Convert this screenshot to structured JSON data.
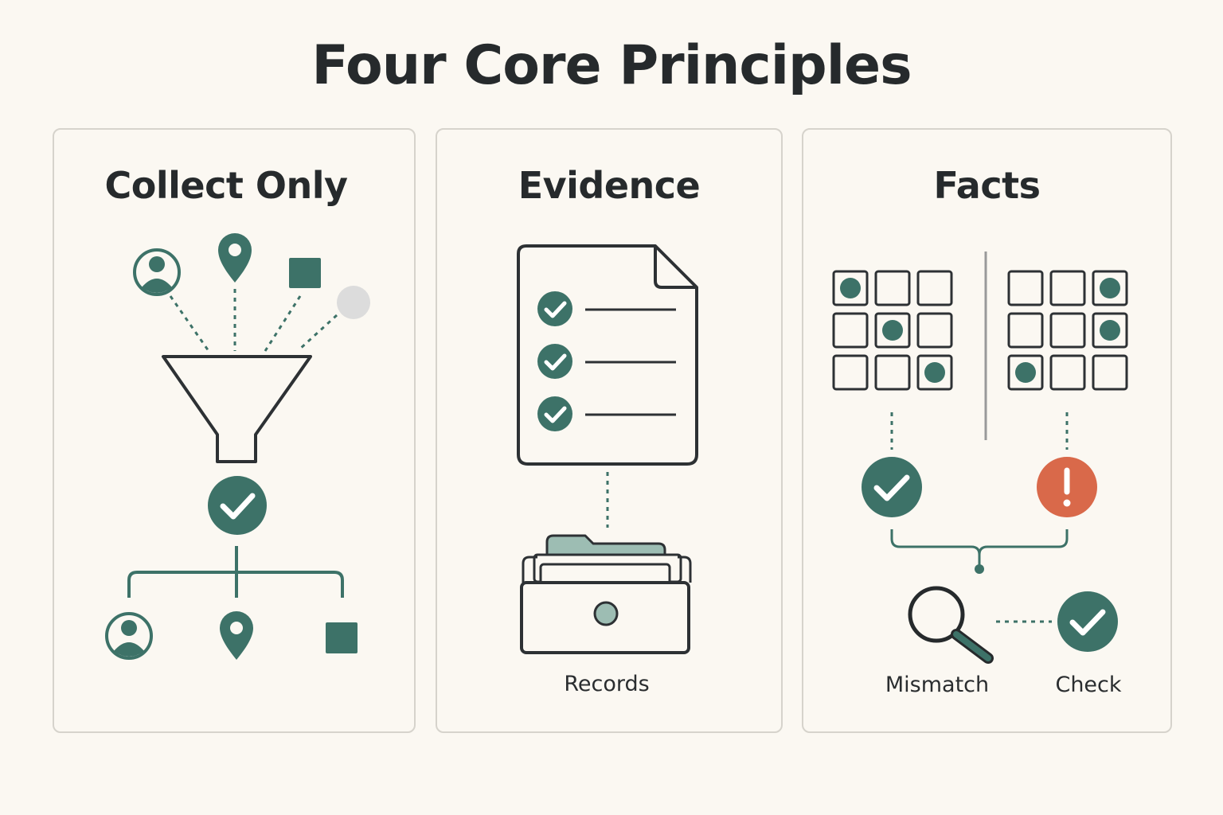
{
  "title": "Four Core Principles",
  "colors": {
    "accent": "#3d7268",
    "accent_light": "#9dbdb3",
    "warning": "#d9694a",
    "inactive": "#dcdcdc",
    "stroke": "#2d3134",
    "background": "#fbf8f2",
    "panel_border": "#d6d3cc"
  },
  "panels": [
    {
      "title": "Collect Only",
      "inputs": [
        "user-icon",
        "location-pin-icon",
        "square-icon",
        "gray-circle-icon"
      ],
      "filter": "funnel-icon",
      "status": "check-circle-icon",
      "outputs": [
        "user-icon",
        "location-pin-icon",
        "square-icon"
      ]
    },
    {
      "title": "Evidence",
      "document": {
        "icon": "document-icon",
        "items": [
          "check-circle-icon",
          "check-circle-icon",
          "check-circle-icon"
        ]
      },
      "storage_icon": "file-drawer-icon",
      "storage_label": "Records"
    },
    {
      "title": "Facts",
      "grid_left": [
        1,
        0,
        0,
        0,
        1,
        0,
        0,
        0,
        1
      ],
      "grid_right": [
        0,
        0,
        1,
        0,
        0,
        1,
        1,
        0,
        0
      ],
      "left_status": "check-circle-icon",
      "right_status": "exclamation-circle-icon",
      "mismatch_label": "Mismatch",
      "check_label": "Check"
    }
  ]
}
